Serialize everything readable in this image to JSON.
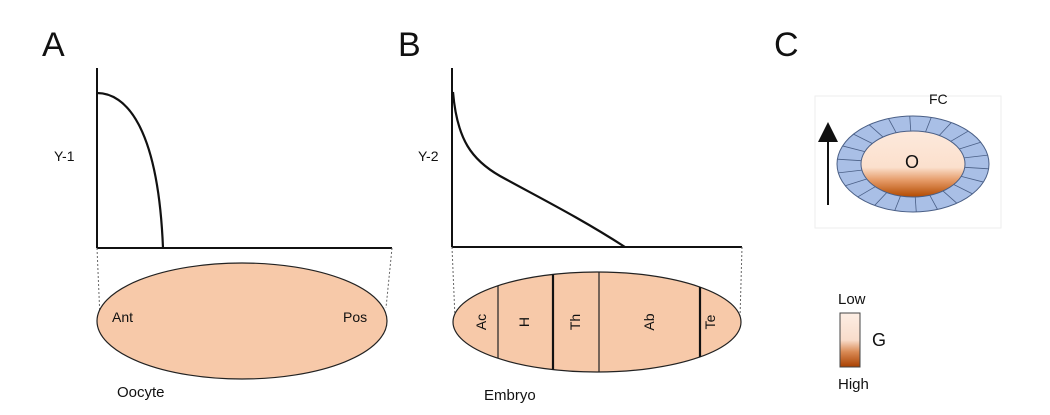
{
  "panels": {
    "a": {
      "letter": "A",
      "ylabel": "Y-1",
      "ant_label": "Ant",
      "pos_label": "Pos",
      "caption": "Oocyte"
    },
    "b": {
      "letter": "B",
      "ylabel": "Y-2",
      "caption": "Embryo",
      "segments": [
        "Ac",
        "H",
        "Th",
        "Ab",
        "Te"
      ]
    },
    "c": {
      "letter": "C",
      "fc_label": "FC",
      "oocyte_label": "O",
      "legend": {
        "low": "Low",
        "high": "High",
        "name": "G"
      }
    }
  },
  "colors": {
    "embryo_fill": "#f7c9a9",
    "follicle_cells": "#a9bfe6",
    "gradient_high": "#b24a00",
    "gradient_low": "#fde9dc"
  }
}
